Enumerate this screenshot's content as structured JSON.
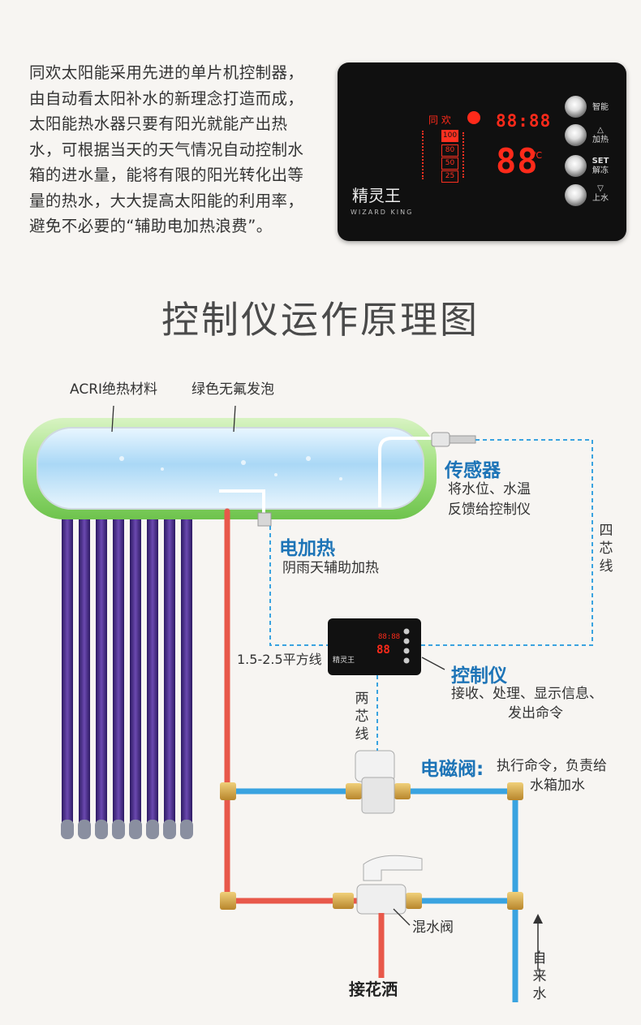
{
  "intro_text": "同欢太阳能采用先进的单片机控制器，由自动看太阳补水的新理念打造而成，太阳能热水器只要有阳光就能产出热水，可根据当天的天气情况自动控制水箱的进水量，能将有限的阳光转化出等量的热水，大大提高太阳能的利用率，避免不必要的“辅助电加热浪费”。",
  "panel": {
    "brand": "精灵王",
    "brand_en": "WIZARD KING",
    "top_label": "同 欢",
    "time": "88:88",
    "temp": "88",
    "temp_unit": "℃",
    "levels": [
      "100",
      "80",
      "50",
      "25"
    ],
    "buttons": [
      {
        "label": "智能"
      },
      {
        "symbol": "△",
        "label": "加热"
      },
      {
        "symbol": "SET",
        "label": "解冻"
      },
      {
        "symbol": "▽",
        "label": "上水"
      }
    ]
  },
  "heading": "控制仪运作原理图",
  "labels": {
    "insulation": "ACRI绝热材料",
    "foam": "绿色无氟发泡",
    "sensor_title": "传感器",
    "sensor_desc_1": "将水位、水温",
    "sensor_desc_2": "反馈给控制仪",
    "four_core": "四芯线",
    "heater_title": "电加热",
    "heater_desc": "阴雨天辅助加热",
    "wire_gauge": "1.5-2.5平方线",
    "controller_title": "控制仪",
    "controller_desc_1": "接收、处理、显示信息、",
    "controller_desc_2": "发出命令",
    "two_core": "两芯线",
    "valve_title": "电磁阀:",
    "valve_desc_1": "执行命令，负责给",
    "valve_desc_2": "水箱加水",
    "mixer": "混水阀",
    "shower": "接花洒",
    "tap_water": "自来水"
  },
  "colors": {
    "accent_blue": "#1d74b7",
    "pipe_blue": "#3aa3e0",
    "pipe_red": "#e8584a",
    "tube_purple": "#4a2f85",
    "tank_green": "#8fd86b",
    "display_red": "#ff2a1a"
  }
}
